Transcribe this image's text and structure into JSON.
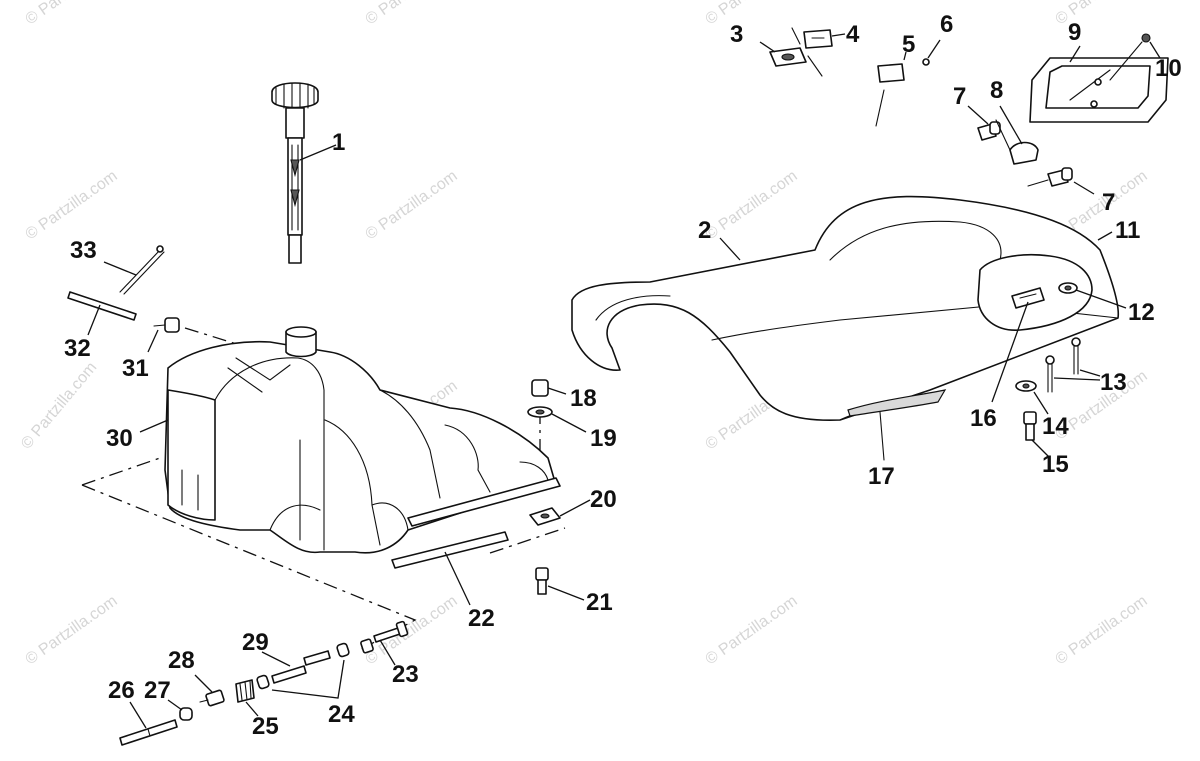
{
  "watermark": "© Partzilla.com",
  "callouts": {
    "c1": "1",
    "c2": "2",
    "c3": "3",
    "c4": "4",
    "c5": "5",
    "c6": "6",
    "c7a": "7",
    "c7b": "7",
    "c8": "8",
    "c9": "9",
    "c10": "10",
    "c11": "11",
    "c12": "12",
    "c13": "13",
    "c14": "14",
    "c15": "15",
    "c16": "16",
    "c17": "17",
    "c18": "18",
    "c19": "19",
    "c20": "20",
    "c21": "21",
    "c22": "22",
    "c23": "23",
    "c24": "24",
    "c25": "25",
    "c26": "26",
    "c27": "27",
    "c28": "28",
    "c29": "29",
    "c30": "30",
    "c31": "31",
    "c32": "32",
    "c33": "33"
  }
}
